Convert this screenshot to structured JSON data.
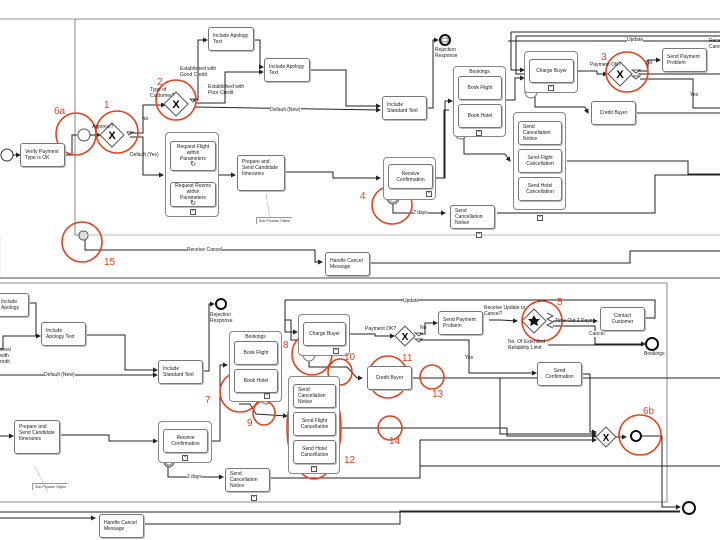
{
  "top_diagram": {
    "tasks": {
      "verify_payment": "Verify Payment Type is OK",
      "include_apology_1": "Include Apology Text",
      "include_apology_2": "Include Apology Text",
      "include_standard": "Include Standard Text",
      "request_flight": "Request Flight within Parameters",
      "request_rooms": "Request Rooms within Parameters",
      "prepare_send": "Prepare and Send Candidate Itineraries",
      "receive_confirmation": "Receive Confirmation",
      "send_cancellation_notice": "Send Cancellation Notice",
      "handle_cancel": "Handle Cancel Message",
      "book_flight": "Book Flight",
      "book_hotel": "Book Hotel",
      "charge_buyer": "Charge Buyer",
      "credit_buyer": "Credit Buyer",
      "send_payment_problem": "Send Payment Problem",
      "sc_notice": "Send Cancellation Notice",
      "sc_flight": "Send Flight Cancellation",
      "sc_hotel": "Send Hotel Cancellation"
    },
    "subprocess": {
      "bookings": "Bookings"
    },
    "labels": {
      "approve": "Approve?",
      "type_of_customer": "Type of Customer?",
      "established_good": "Established with Good Credit",
      "established_poor": "Established with Poor Credit",
      "default_new": "Default (New)",
      "no": "No",
      "default_yes": "Default (Yes)",
      "rejection_response": "Rejection Response",
      "payment_ok": "Payment OK?",
      "no2": "No",
      "yes": "Yes",
      "update": "Update",
      "receive_cancel_partial": "Rece Canc",
      "two_days": "2 days",
      "receive_cancel": "Receive Cancel",
      "sub_process_object": "Sub-Process Object"
    },
    "markers": {
      "m1": "1",
      "m2": "2",
      "m3": "3",
      "m4": "4",
      "m6a": "6a",
      "m15": "15"
    }
  },
  "bottom_diagram": {
    "tasks": {
      "include_apology_1": "Include Apology",
      "include_apology_2": "Include Apology Text",
      "include_standard": "Include Standard Text",
      "prepare_send": "Prepare and Send Candidate Itineraries",
      "receive_confirmation": "Receive Confirmation",
      "send_cancellation_notice": "Send Cancellation Notice",
      "handle_cancel": "Handle Cancel Message",
      "book_flight": "Book Flight",
      "book_hotel": "Book Hotel",
      "charge_buyer": "Charge Buyer",
      "credit_buyer": "Credit Buyer",
      "send_payment_problem": "Send Payment Problem",
      "contact_customer": "Contact Customer",
      "send_confirmation": "Send Confirmation",
      "sc_notice": "Send Cancellation Notice",
      "sc_flight": "Send Flight Cancellation",
      "sc_hotel": "Send Hotel Cancellation"
    },
    "subprocess": {
      "bookings": "Bookings"
    },
    "labels": {
      "established_partial": "shed with redit",
      "default_new": "Default (New)",
      "rejection_response": "Rejection Response",
      "payment_ok": "Payment OK?",
      "no": "No",
      "yes": "Yes",
      "update": "Update",
      "receive_update_cancel": "Receive Update or Cancel?",
      "timeout": "Time Out 2 Days",
      "cancel": "Cancel",
      "no_of_extended": "No. Of Extended Reliability Limit",
      "bookings_end": "Bookings",
      "two_days": "2 days",
      "sub_process_object": "Sub-Process Object"
    },
    "markers": {
      "m5": "5",
      "m6b": "6b",
      "m7": "7",
      "m8": "8",
      "m9": "9",
      "m10": "10",
      "m11": "11",
      "m12": "12",
      "m13": "13",
      "m14": "14"
    }
  },
  "colors": {
    "annotation_red": "#e8401c",
    "stroke": "#333333",
    "pool_border": "#888888"
  }
}
